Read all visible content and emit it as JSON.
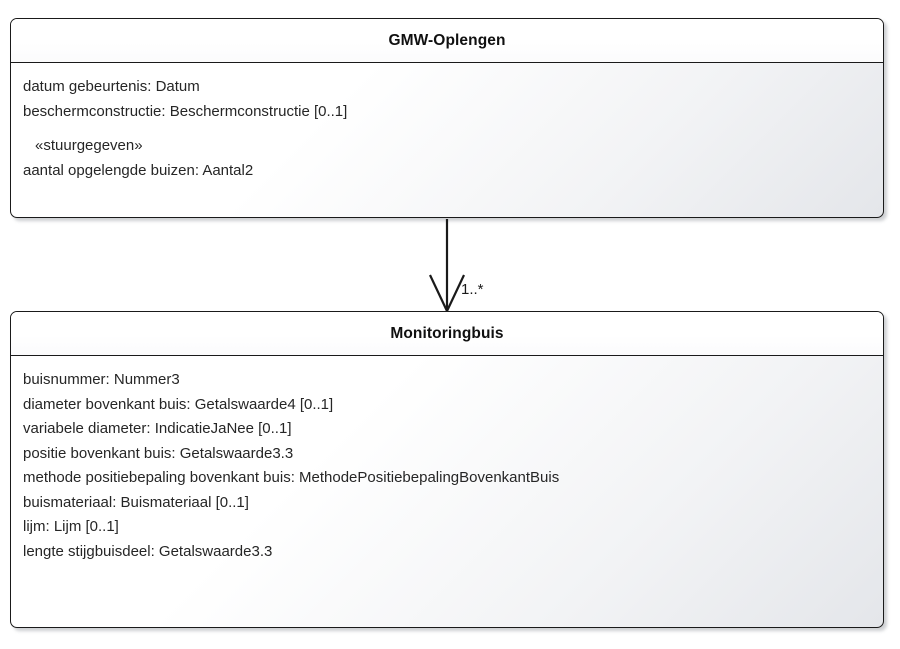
{
  "diagram": {
    "type": "uml-class-diagram",
    "background_color": "#ffffff",
    "border_color": "#1a1a1a",
    "classes": [
      {
        "id": "gmw-oplengen",
        "name": "GMW-Oplengen",
        "attributes": [
          {
            "text": "datum gebeurtenis: Datum",
            "stereotype": false
          },
          {
            "text": "beschermconstructie: Beschermconstructie [0..1]",
            "stereotype": false
          },
          {
            "text": "«stuurgegeven»",
            "stereotype": true
          },
          {
            "text": "aantal opgelengde buizen: Aantal2",
            "stereotype": false
          }
        ]
      },
      {
        "id": "monitoringbuis",
        "name": "Monitoringbuis",
        "attributes": [
          {
            "text": "buisnummer: Nummer3",
            "stereotype": false
          },
          {
            "text": "diameter bovenkant buis: Getalswaarde4 [0..1]",
            "stereotype": false
          },
          {
            "text": "variabele diameter: IndicatieJaNee [0..1]",
            "stereotype": false
          },
          {
            "text": "positie bovenkant buis: Getalswaarde3.3",
            "stereotype": false
          },
          {
            "text": "methode positiebepaling bovenkant buis: MethodePositiebepalingBovenkantBuis",
            "stereotype": false
          },
          {
            "text": "buismateriaal: Buismateriaal [0..1]",
            "stereotype": false
          },
          {
            "text": "lijm: Lijm [0..1]",
            "stereotype": false
          },
          {
            "text": "lengte stijgbuisdeel: Getalswaarde3.3",
            "stereotype": false
          }
        ]
      }
    ],
    "connector": {
      "kind": "composition-arrow",
      "arrowhead": "open-v",
      "from": "gmw-oplengen",
      "to": "monitoringbuis",
      "target_multiplicity": "1..*"
    }
  }
}
